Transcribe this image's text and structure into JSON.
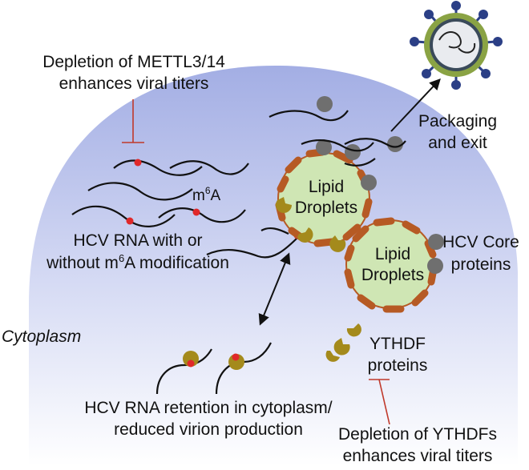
{
  "labels": {
    "mettl_line1": "Depletion of METTL3/14",
    "mettl_line2": "enhances viral titers",
    "m6a": "m",
    "m6a_sup": "6",
    "m6a_tail": "A",
    "hcv_rna_line1": "HCV RNA with or",
    "hcv_rna_line2_a": "without m",
    "hcv_rna_line2_sup": "6",
    "hcv_rna_line2_b": "A modification",
    "lipid1_line1": "Lipid",
    "lipid1_line2": "Droplets",
    "lipid2_line1": "Lipid",
    "lipid2_line2": "Droplets",
    "packaging_line1": "Packaging",
    "packaging_line2": "and exit",
    "core_line1": "HCV Core",
    "core_line2": "proteins",
    "cytoplasm": "Cytoplasm",
    "ythdf_line1": "YTHDF",
    "ythdf_line2": "proteins",
    "retention_line1": "HCV RNA retention in cytoplasm/",
    "retention_line2": "reduced virion production",
    "ythdf_depletion_line1": "Depletion of YTHDFs",
    "ythdf_depletion_line2": "enhances viral titers"
  },
  "colors": {
    "cytoplasm_top": "#a7b1e6",
    "cytoplasm_bottom": "#ffffff",
    "rna": "#111111",
    "m6a_site": "#e0282a",
    "inhibitor": "#c0392b",
    "lipid_fill": "#cfe6b4",
    "lipid_coat": "#b65a24",
    "core_protein": "#6f6f6f",
    "ythdf": "#a48a1c",
    "virion_envelope": "#8aa344",
    "virion_spike": "#2b3f86"
  }
}
